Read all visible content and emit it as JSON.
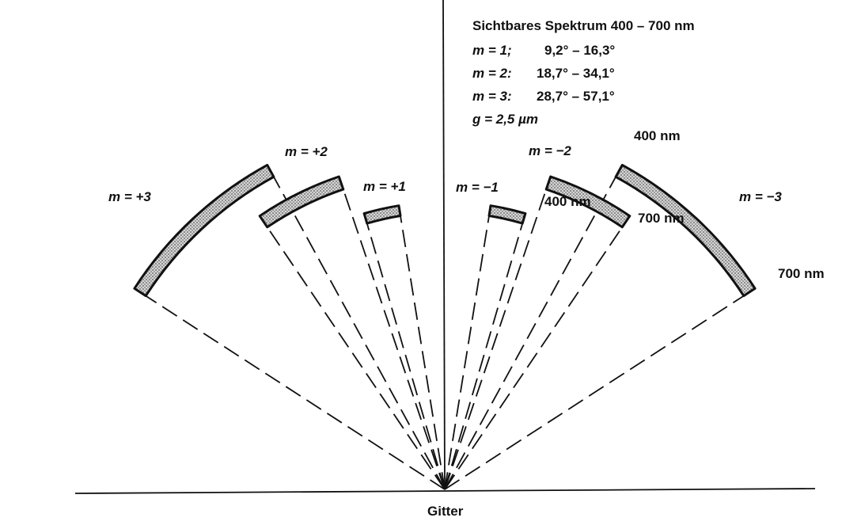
{
  "info": {
    "title": "Sichtbares Spektrum 400 – 700 nm",
    "orders": [
      {
        "label": "m = 1;",
        "range": "9,2° – 16,3°"
      },
      {
        "label": "m = 2:",
        "range": "18,7° – 34,1°"
      },
      {
        "label": "m = 3:",
        "range": "28,7° – 57,1°"
      }
    ],
    "grating_label": "g = 2,5 µm"
  },
  "labels": {
    "m_plus_3": "m = +3",
    "m_plus_2": "m = +2",
    "m_plus_1": "m = +1",
    "m_minus_1": "m = −1",
    "m_minus_2": "m = −2",
    "m_minus_3": "m = −3",
    "wl_400_m2": "400 nm",
    "wl_700_m2": "700 nm",
    "wl_400_m3": "400 nm",
    "wl_700_m3": "700 nm",
    "grating": "Gitter"
  },
  "spectra": [
    {
      "order": 1,
      "angle_start_deg": 9.2,
      "angle_end_deg": 16.3
    },
    {
      "order": 2,
      "angle_start_deg": 18.7,
      "angle_end_deg": 34.1
    },
    {
      "order": 3,
      "angle_start_deg": 28.7,
      "angle_end_deg": 57.1
    },
    {
      "order": -1,
      "angle_start_deg": 9.2,
      "angle_end_deg": 16.3
    },
    {
      "order": -2,
      "angle_start_deg": 18.7,
      "angle_end_deg": 34.1
    },
    {
      "order": -3,
      "angle_start_deg": 28.7,
      "angle_end_deg": 57.1
    }
  ],
  "colors": {
    "ink": "#111111",
    "band_fill": "#bdbdbd"
  }
}
